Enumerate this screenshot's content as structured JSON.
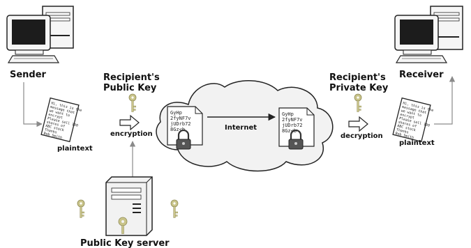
{
  "labels": {
    "sender": "Sender",
    "receiver": "Receiver",
    "recipient_public_key": [
      "Recipient's",
      "Public Key"
    ],
    "recipient_private_key": [
      "Recipient's",
      "Private Key"
    ],
    "encryption": "encryption",
    "decryption": "decryption",
    "plaintext_left": "plaintext",
    "plaintext_right": "plaintext",
    "internet": "Internet",
    "public_key_server": "Public Key server"
  },
  "documents": {
    "plaintext_lines": [
      "Hi, this is the",
      "message that",
      "we want to",
      "encrypt",
      "Please sell 100",
      "shares of",
      "ABC stock",
      "Thanks",
      "Bob Smith"
    ],
    "cipher_lines": [
      "GyHp",
      "2fyNF7v",
      "jUDrb72",
      "8Gz<b"
    ]
  },
  "colors": {
    "key": "#c9c48a",
    "arrow": "#8a8a8a",
    "cloud_fill": "#f2f2f2",
    "outline": "#222222"
  }
}
